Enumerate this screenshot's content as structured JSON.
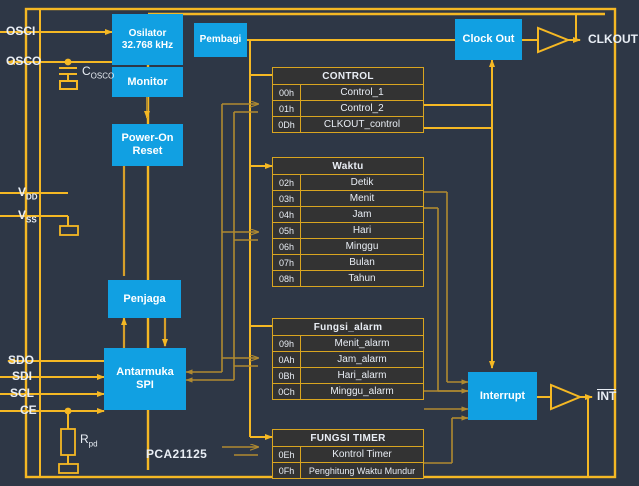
{
  "diagram": {
    "chip_label": "PCA21125",
    "colors": {
      "background": "#2e3746",
      "wire": "#f5b824",
      "wire_dim": "#b08a30",
      "block_fill": "#11a0e2",
      "table_fill": "#333333",
      "table_border": "#d9a520",
      "text": "#e9eef5"
    }
  },
  "pins": {
    "left": [
      {
        "name": "OSCI"
      },
      {
        "name": "OSCO"
      },
      {
        "name": "VDD",
        "base": "V",
        "sub": "DD"
      },
      {
        "name": "VSS",
        "base": "V",
        "sub": "SS"
      },
      {
        "name": "SDO"
      },
      {
        "name": "SDI"
      },
      {
        "name": "SCL"
      },
      {
        "name": "CE"
      }
    ],
    "right": [
      {
        "name": "CLKOUT",
        "overline": false
      },
      {
        "name": "INT",
        "overline": true
      }
    ]
  },
  "components": {
    "capacitor_label_base": "C",
    "capacitor_label_sub": "OSCO",
    "resistor_label_base": "R",
    "resistor_label_sub": "pd"
  },
  "blocks": [
    {
      "id": "oscillator",
      "line1": "Osilator",
      "line2": "32.768 kHz"
    },
    {
      "id": "monitor",
      "line1": "Monitor",
      "line2": ""
    },
    {
      "id": "power_on_reset",
      "line1": "Power-On",
      "line2": "Reset"
    },
    {
      "id": "pembagi",
      "line1": "Pembagi",
      "line2": ""
    },
    {
      "id": "clock_out",
      "line1": "Clock Out",
      "line2": ""
    },
    {
      "id": "penjaga",
      "line1": "Penjaga",
      "line2": ""
    },
    {
      "id": "antarmuka_spi",
      "line1": "Antarmuka",
      "line2": "SPI"
    },
    {
      "id": "interrupt",
      "line1": "Interrupt",
      "line2": ""
    }
  ],
  "register_tables": [
    {
      "id": "control",
      "title": "CONTROL",
      "rows": [
        {
          "addr": "00h",
          "name": "Control_1"
        },
        {
          "addr": "01h",
          "name": "Control_2"
        },
        {
          "addr": "0Dh",
          "name": "CLKOUT_control"
        }
      ]
    },
    {
      "id": "waktu",
      "title": "Waktu",
      "rows": [
        {
          "addr": "02h",
          "name": "Detik"
        },
        {
          "addr": "03h",
          "name": "Menit"
        },
        {
          "addr": "04h",
          "name": "Jam"
        },
        {
          "addr": "05h",
          "name": "Hari"
        },
        {
          "addr": "06h",
          "name": "Minggu"
        },
        {
          "addr": "07h",
          "name": "Bulan"
        },
        {
          "addr": "08h",
          "name": "Tahun"
        }
      ]
    },
    {
      "id": "fungsi_alarm",
      "title": "Fungsi_alarm",
      "rows": [
        {
          "addr": "09h",
          "name": "Menit_alarm"
        },
        {
          "addr": "0Ah",
          "name": "Jam_alarm"
        },
        {
          "addr": "0Bh",
          "name": "Hari_alarm"
        },
        {
          "addr": "0Ch",
          "name": "Minggu_alarm"
        }
      ]
    },
    {
      "id": "fungsi_timer",
      "title": "FUNGSI TIMER",
      "rows": [
        {
          "addr": "0Eh",
          "name": "Kontrol Timer"
        },
        {
          "addr": "0Fh",
          "name": "Penghitung Waktu Mundur"
        }
      ]
    }
  ]
}
